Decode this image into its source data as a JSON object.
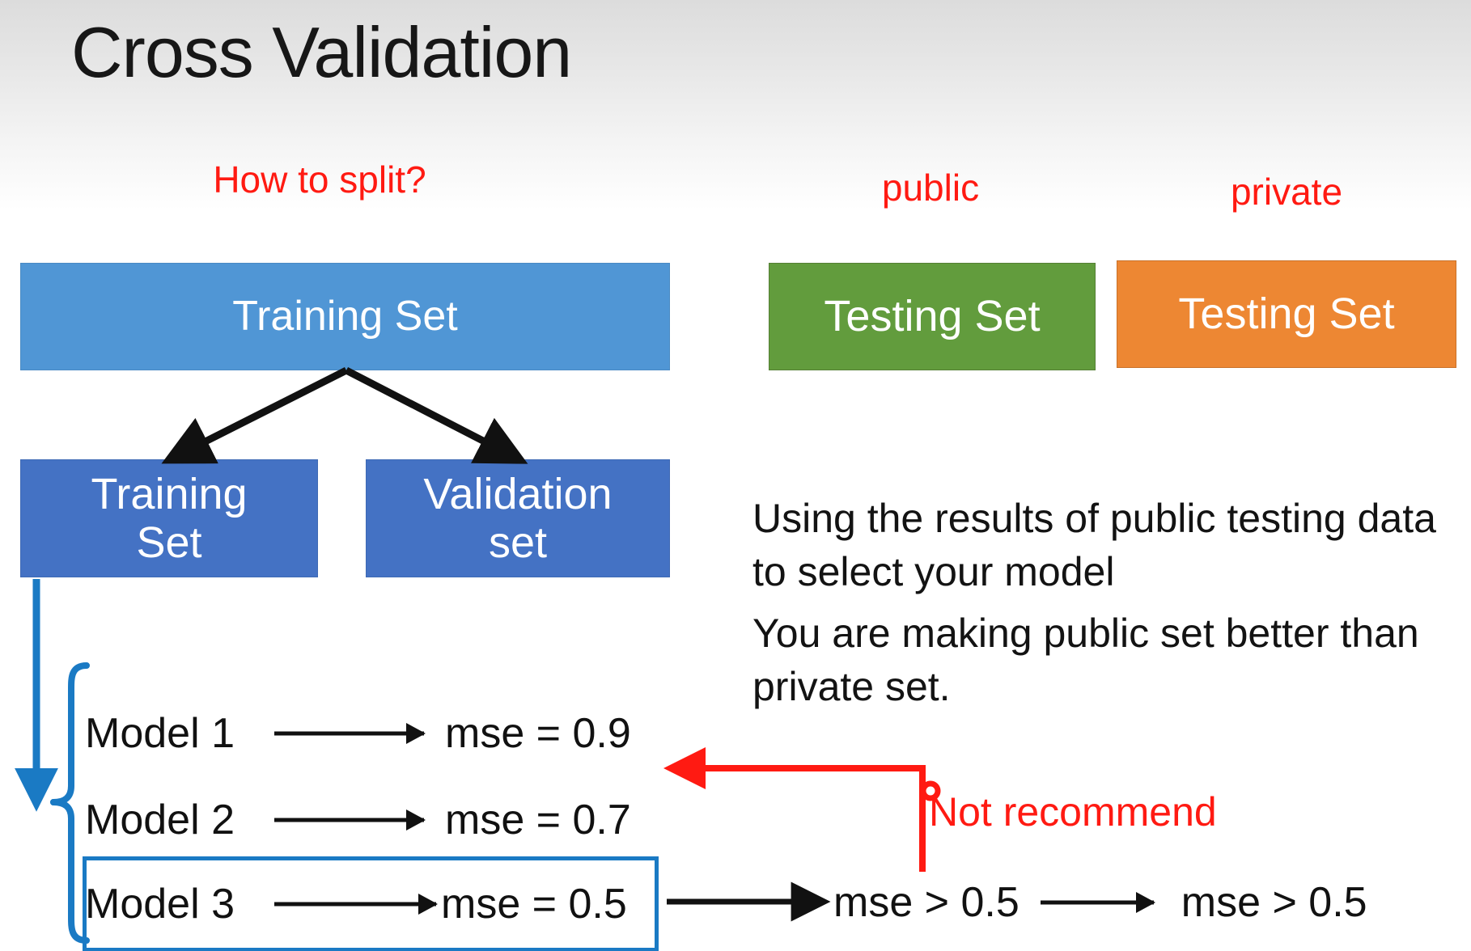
{
  "slide": {
    "title": "Cross Validation",
    "background": "#ffffff",
    "accent_red": "#ff1a12",
    "accent_blue_light": "#5096d5",
    "accent_blue_dark": "#4472c4",
    "accent_green": "#629c3d",
    "accent_orange": "#ed8733",
    "selection_blue": "#1a7ac4"
  },
  "labels": {
    "how_to_split": "How to split?",
    "public": "public",
    "private": "private",
    "not_recommend": "Not recommend"
  },
  "boxes": {
    "training_main": "Training Set",
    "training_sub": "Training\nSet",
    "validation_sub": "Validation\nset",
    "testing_public": "Testing Set",
    "testing_private": "Testing Set"
  },
  "explanation": {
    "line1": "Using the results of public testing data to select your model",
    "line2": "You are making public set better than private set."
  },
  "models": [
    {
      "name": "Model 1",
      "result": "mse = 0.9"
    },
    {
      "name": "Model 2",
      "result": "mse = 0.7"
    },
    {
      "name": "Model 3",
      "result": "mse = 0.5"
    }
  ],
  "bottom_chain": {
    "public_result": "mse > 0.5",
    "private_result": "mse > 0.5"
  }
}
